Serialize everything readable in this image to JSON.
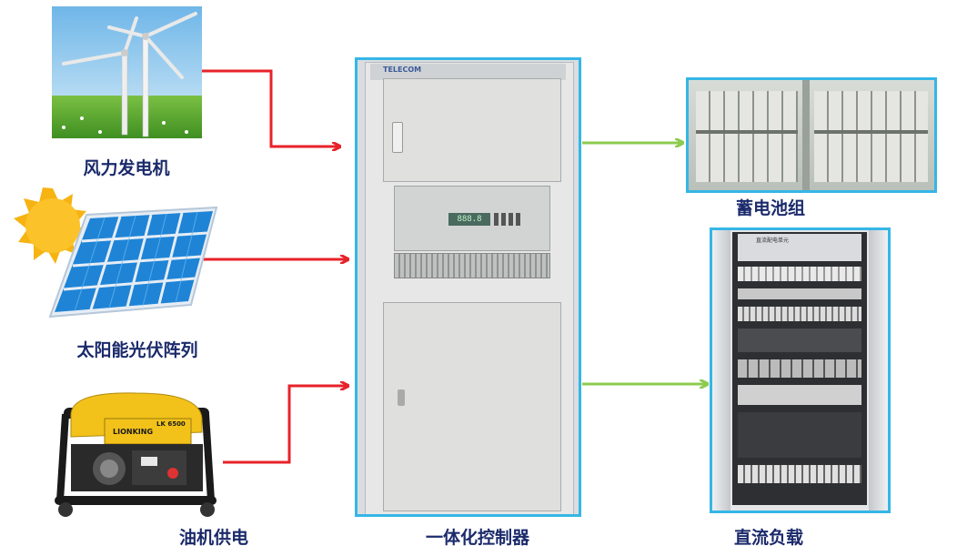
{
  "labels": {
    "wind": "风力发电机",
    "solar": "太阳能光伏阵列",
    "diesel": "油机供电",
    "controller": "一体化控制器",
    "battery": "蓄电池组",
    "dc_load": "直流负载"
  },
  "controller_panel": {
    "brand": "TELECOM",
    "display": "888.8"
  },
  "generator_panel": {
    "brand": "LIONKING",
    "model": "LK 6500"
  },
  "rack_panel": {
    "header": "直流配电单元"
  },
  "colors": {
    "input_arrow": "#e8222a",
    "output_arrow": "#8ccb4e",
    "frame": "#35b6e6",
    "label": "#1b2a6b"
  }
}
